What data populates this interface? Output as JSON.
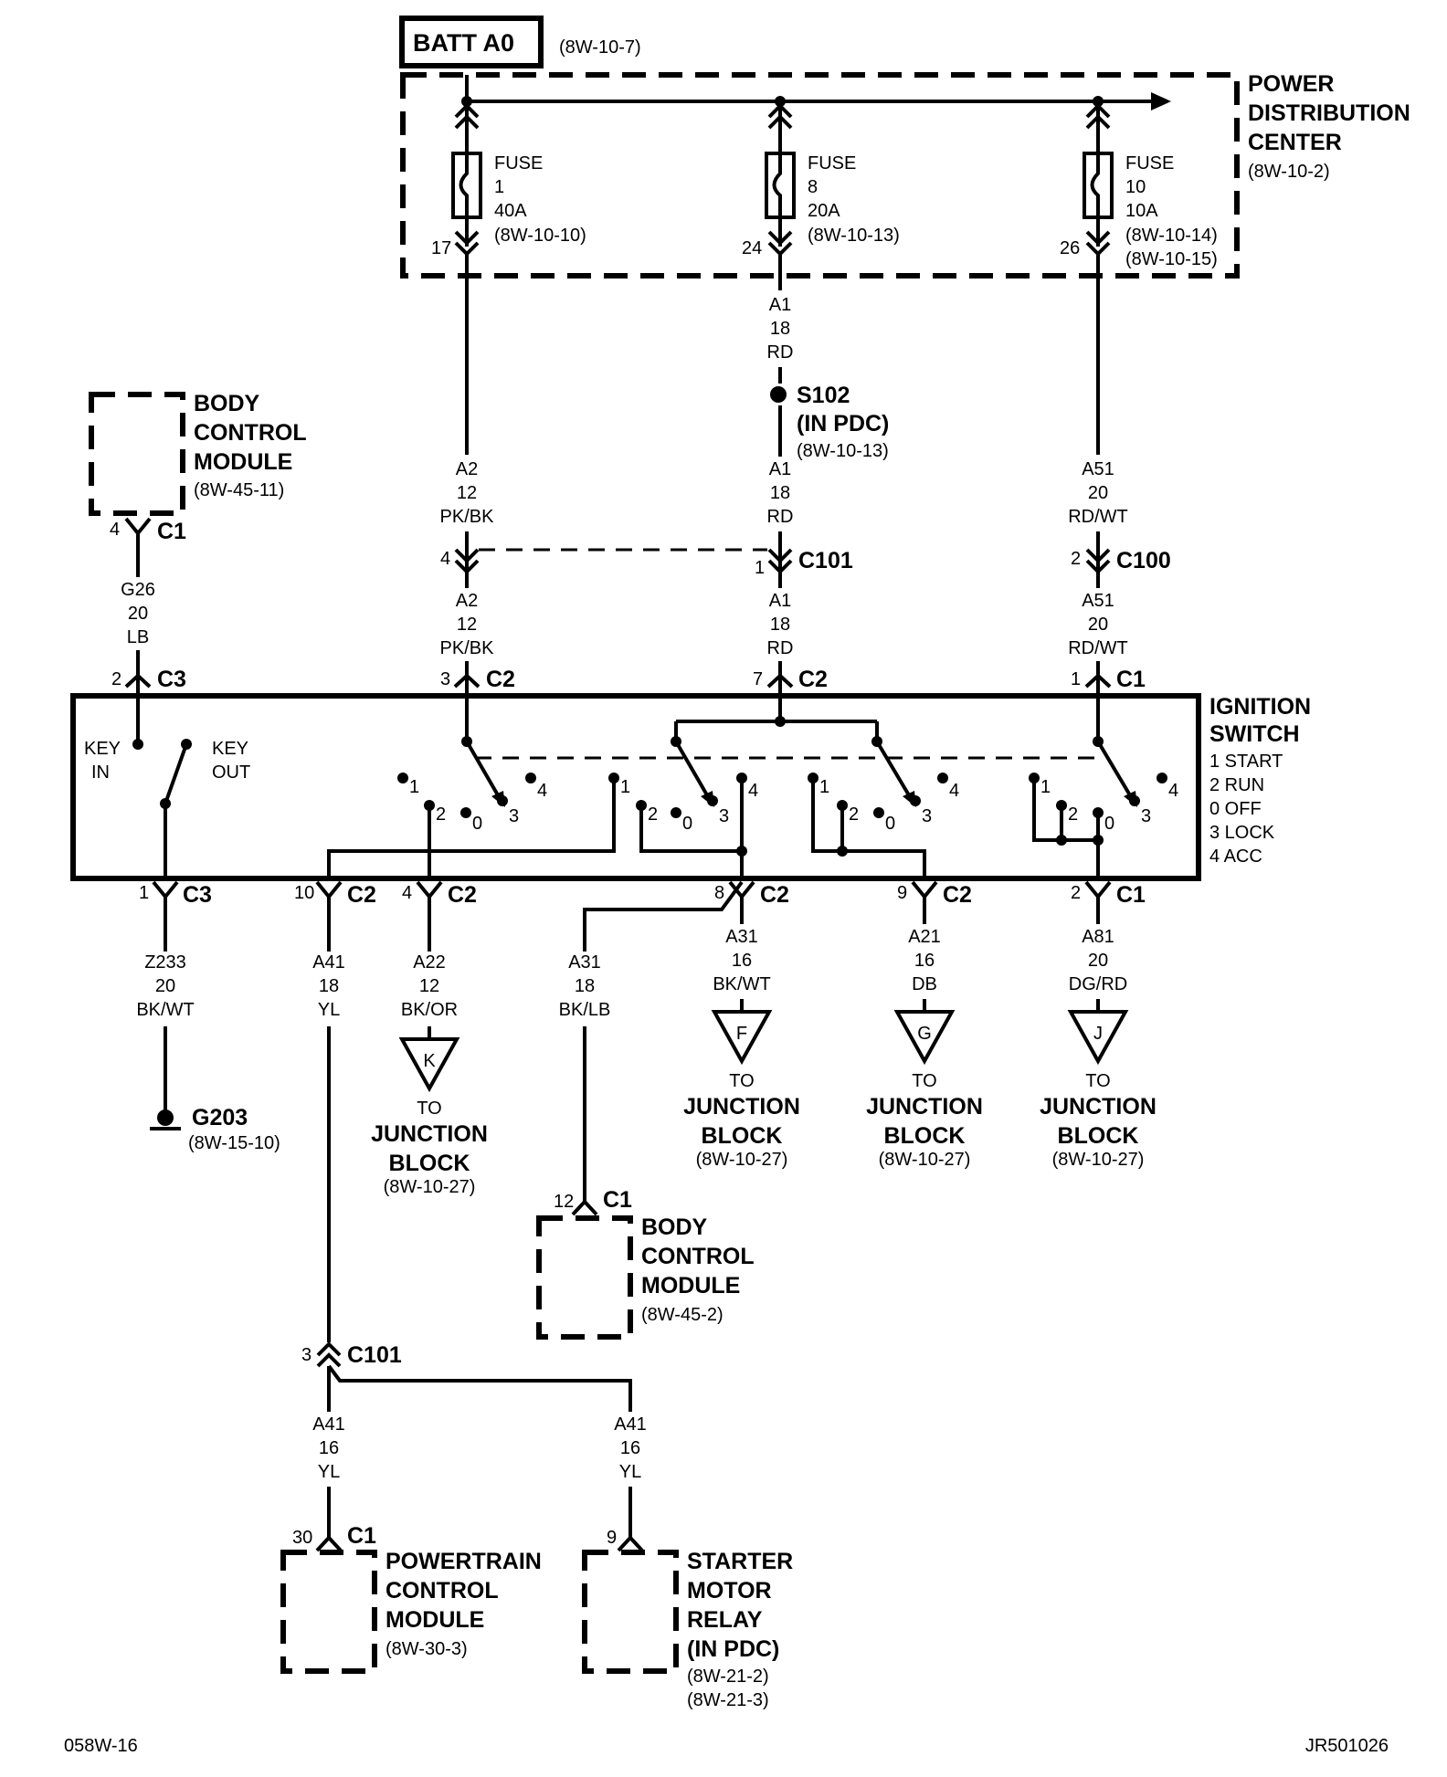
{
  "batt": {
    "label": "BATT A0",
    "ref": "(8W-10-7)"
  },
  "pdc": {
    "l1": "POWER",
    "l2": "DISTRIBUTION",
    "l3": "CENTER",
    "ref": "(8W-10-2)"
  },
  "fuses": [
    {
      "l1": "FUSE",
      "l2": "1",
      "l3": "40A",
      "ref1": "(8W-10-10)",
      "ref2": "",
      "pin": "17"
    },
    {
      "l1": "FUSE",
      "l2": "8",
      "l3": "20A",
      "ref1": "(8W-10-13)",
      "ref2": "",
      "pin": "24"
    },
    {
      "l1": "FUSE",
      "l2": "10",
      "l3": "10A",
      "ref1": "(8W-10-14)",
      "ref2": "(8W-10-15)",
      "pin": "26"
    }
  ],
  "wires": {
    "a1_top": [
      "A1",
      "18",
      "RD"
    ],
    "a2_upper": [
      "A2",
      "12",
      "PK/BK"
    ],
    "a1_mid": [
      "A1",
      "18",
      "RD"
    ],
    "a51_upper": [
      "A51",
      "20",
      "RD/WT"
    ],
    "a2_lower": [
      "A2",
      "12",
      "PK/BK"
    ],
    "a1_lower": [
      "A1",
      "18",
      "RD"
    ],
    "a51_lower": [
      "A51",
      "20",
      "RD/WT"
    ],
    "g26": [
      "G26",
      "20",
      "LB"
    ],
    "z233": [
      "Z233",
      "20",
      "BK/WT"
    ],
    "a41": [
      "A41",
      "18",
      "YL"
    ],
    "a22": [
      "A22",
      "12",
      "BK/OR"
    ],
    "a31_bcm": [
      "A31",
      "18",
      "BK/LB"
    ],
    "a31_jb": [
      "A31",
      "16",
      "BK/WT"
    ],
    "a21": [
      "A21",
      "16",
      "DB"
    ],
    "a81": [
      "A81",
      "20",
      "DG/RD"
    ],
    "a41_pcm": [
      "A41",
      "16",
      "YL"
    ],
    "a41_smr": [
      "A41",
      "16",
      "YL"
    ]
  },
  "splice": {
    "name": "S102",
    "loc": "(IN PDC)",
    "ref": "(8W-10-13)"
  },
  "bcm_top": {
    "l1": "BODY",
    "l2": "CONTROL",
    "l3": "MODULE",
    "ref": "(8W-45-11)",
    "pin": "4",
    "conn": "C1"
  },
  "connectors": {
    "c101_pin4": "4",
    "c101_pin1": "1",
    "c101": "C101",
    "c100_pin": "2",
    "c100": "C100",
    "c3_top_pin": "2",
    "c3_top": "C3",
    "c2_a2_pin": "3",
    "c2_a2": "C2",
    "c2_a1_pin": "7",
    "c2_a1": "C2",
    "c1_a51_pin": "1",
    "c1_a51": "C1",
    "c3_bot_pin": "1",
    "c3_bot": "C3",
    "c2_a41_pin": "10",
    "c2_a41": "C2",
    "c2_a22_pin": "4",
    "c2_a22": "C2",
    "c2_a31_pin": "8",
    "c2_a31": "C2",
    "c2_a21_pin": "9",
    "c2_a21": "C2",
    "c1_a81_pin": "2",
    "c1_a81": "C1",
    "c101_low_pin": "3",
    "c101_low": "C101"
  },
  "ignition": {
    "l1": "IGNITION",
    "l2": "SWITCH",
    "p1": "1 START",
    "p2": "2 RUN",
    "p3": "0 OFF",
    "p4": "3 LOCK",
    "p5": "4 ACC",
    "key_in_1": "KEY",
    "key_in_2": "IN",
    "key_out_1": "KEY",
    "key_out_2": "OUT"
  },
  "positions": {
    "one": "1",
    "two": "2",
    "zero": "0",
    "three": "3",
    "four": "4"
  },
  "ground": {
    "name": "G203",
    "ref": "(8W-15-10)"
  },
  "refs": {
    "k": {
      "letter": "K",
      "to": "TO",
      "l1": "JUNCTION",
      "l2": "BLOCK",
      "ref": "(8W-10-27)"
    },
    "f": {
      "letter": "F",
      "to": "TO",
      "l1": "JUNCTION",
      "l2": "BLOCK",
      "ref": "(8W-10-27)"
    },
    "g": {
      "letter": "G",
      "to": "TO",
      "l1": "JUNCTION",
      "l2": "BLOCK",
      "ref": "(8W-10-27)"
    },
    "j": {
      "letter": "J",
      "to": "TO",
      "l1": "JUNCTION",
      "l2": "BLOCK",
      "ref": "(8W-10-27)"
    }
  },
  "bcm_bot": {
    "l1": "BODY",
    "l2": "CONTROL",
    "l3": "MODULE",
    "ref": "(8W-45-2)",
    "pin": "12",
    "conn": "C1"
  },
  "pcm": {
    "l1": "POWERTRAIN",
    "l2": "CONTROL",
    "l3": "MODULE",
    "ref": "(8W-30-3)",
    "pin": "30",
    "conn": "C1"
  },
  "smr": {
    "l1": "STARTER",
    "l2": "MOTOR",
    "l3": "RELAY",
    "l4": "(IN PDC)",
    "ref1": "(8W-21-2)",
    "ref2": "(8W-21-3)",
    "pin": "9"
  },
  "footer": {
    "left": "058W-16",
    "right": "JR501026"
  }
}
